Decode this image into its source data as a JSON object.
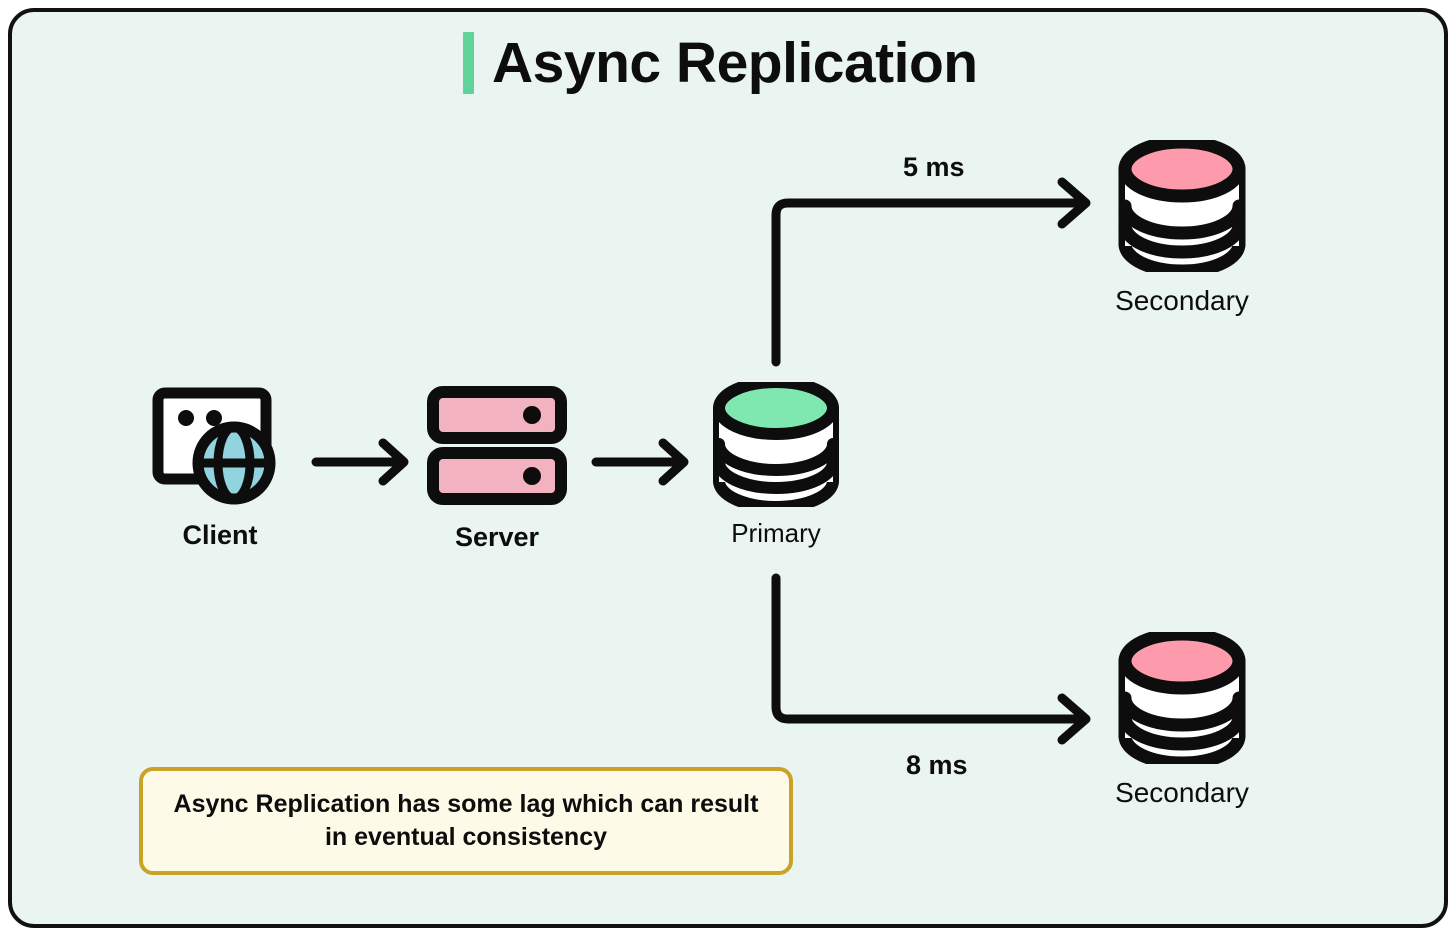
{
  "diagram": {
    "title": "Async Replication",
    "background_color": "#eaf4f0",
    "border_color": "#111111",
    "accent_color": "#5fd39a",
    "nodes": [
      {
        "id": "client",
        "label": "Client",
        "icon": "browser-globe-icon",
        "color": "#92d3e0"
      },
      {
        "id": "server",
        "label": "Server",
        "icon": "server-rack-icon",
        "color": "#f2b2bf"
      },
      {
        "id": "primary",
        "label": "Primary",
        "icon": "database-icon",
        "color": "#7fe8b0"
      },
      {
        "id": "secondary1",
        "label": "Secondary",
        "icon": "database-icon",
        "color": "#fd9aab"
      },
      {
        "id": "secondary2",
        "label": "Secondary",
        "icon": "database-icon",
        "color": "#fd9aab"
      }
    ],
    "edges": [
      {
        "from": "client",
        "to": "server",
        "label": ""
      },
      {
        "from": "server",
        "to": "primary",
        "label": ""
      },
      {
        "from": "primary",
        "to": "secondary1",
        "label": "5 ms"
      },
      {
        "from": "primary",
        "to": "secondary2",
        "label": "8 ms"
      }
    ],
    "latency_top": "5 ms",
    "latency_bottom": "8 ms",
    "note": {
      "text": "Async Replication has some lag which can result in eventual consistency",
      "fill_color": "#fdfbe8",
      "border_color": "#c9a227"
    }
  }
}
